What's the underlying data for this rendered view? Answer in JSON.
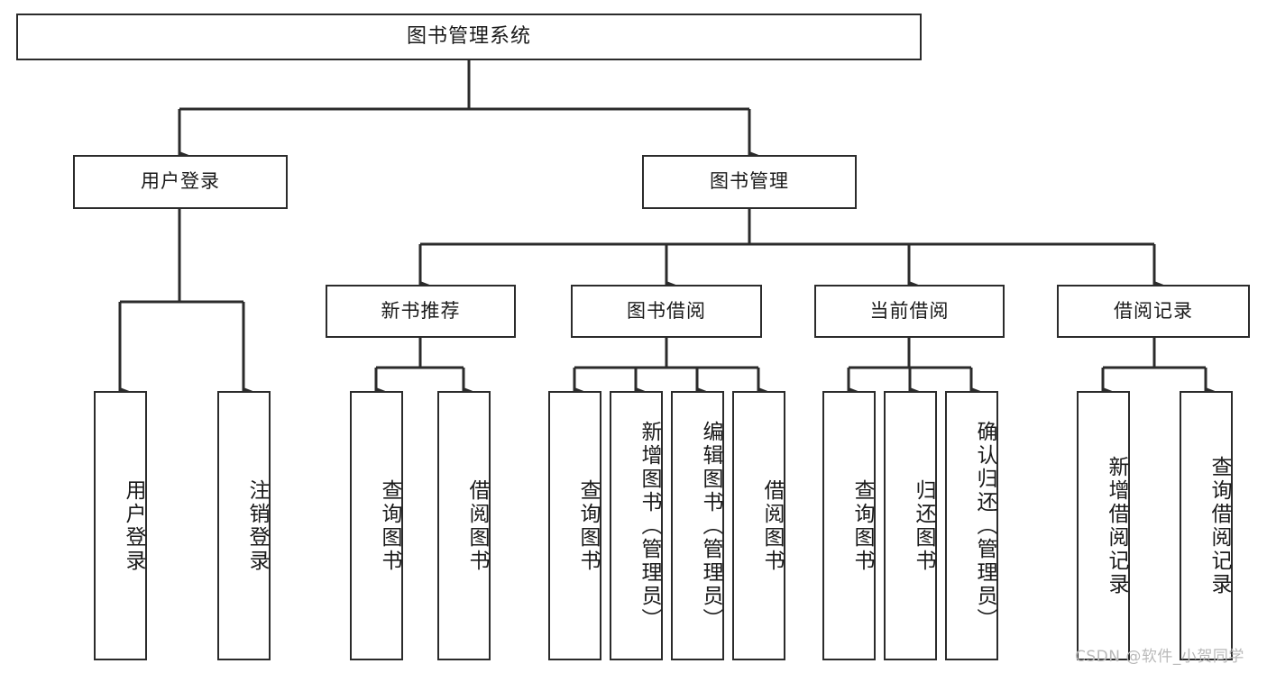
{
  "diagram": {
    "title": "图书管理系统",
    "type": "tree-hierarchy-chart",
    "background_color": "#ffffff",
    "line_color": "#2b2b2b",
    "text_color": "#1a1a1a"
  },
  "nodes": {
    "root": {
      "label": "图书管理系统"
    },
    "level1": [
      {
        "id": "user-login",
        "label": "用户登录"
      },
      {
        "id": "book-management",
        "label": "图书管理"
      }
    ],
    "level2": [
      {
        "id": "new-book-recommend",
        "label": "新书推荐",
        "parent": "book-management"
      },
      {
        "id": "book-borrow",
        "label": "图书借阅",
        "parent": "book-management"
      },
      {
        "id": "current-borrow",
        "label": "当前借阅",
        "parent": "book-management"
      },
      {
        "id": "borrow-record",
        "label": "借阅记录",
        "parent": "book-management"
      }
    ],
    "leaves": [
      {
        "id": "leaf-user-login",
        "label": "用户登录",
        "parent": "user-login"
      },
      {
        "id": "leaf-logout",
        "label": "注销登录",
        "parent": "user-login"
      },
      {
        "id": "leaf-query-book-1",
        "label": "查询图书",
        "parent": "new-book-recommend"
      },
      {
        "id": "leaf-borrow-book-1",
        "label": "借阅图书",
        "parent": "new-book-recommend"
      },
      {
        "id": "leaf-query-book-2",
        "label": "查询图书",
        "parent": "book-borrow"
      },
      {
        "id": "leaf-add-book",
        "label": "新增图书（管理员）",
        "parent": "book-borrow"
      },
      {
        "id": "leaf-edit-book",
        "label": "编辑图书（管理员）",
        "parent": "book-borrow"
      },
      {
        "id": "leaf-borrow-book-2",
        "label": "借阅图书",
        "parent": "book-borrow"
      },
      {
        "id": "leaf-query-book-3",
        "label": "查询图书",
        "parent": "current-borrow"
      },
      {
        "id": "leaf-return-book",
        "label": "归还图书",
        "parent": "current-borrow"
      },
      {
        "id": "leaf-confirm-return",
        "label": "确认归还（管理员）",
        "parent": "current-borrow"
      },
      {
        "id": "leaf-add-record",
        "label": "新增借阅记录",
        "parent": "borrow-record"
      },
      {
        "id": "leaf-query-record",
        "label": "查询借阅记录",
        "parent": "borrow-record"
      }
    ]
  },
  "watermark": {
    "text": "CSDN @软件_小贺同学",
    "color": "#b9b9b9"
  }
}
